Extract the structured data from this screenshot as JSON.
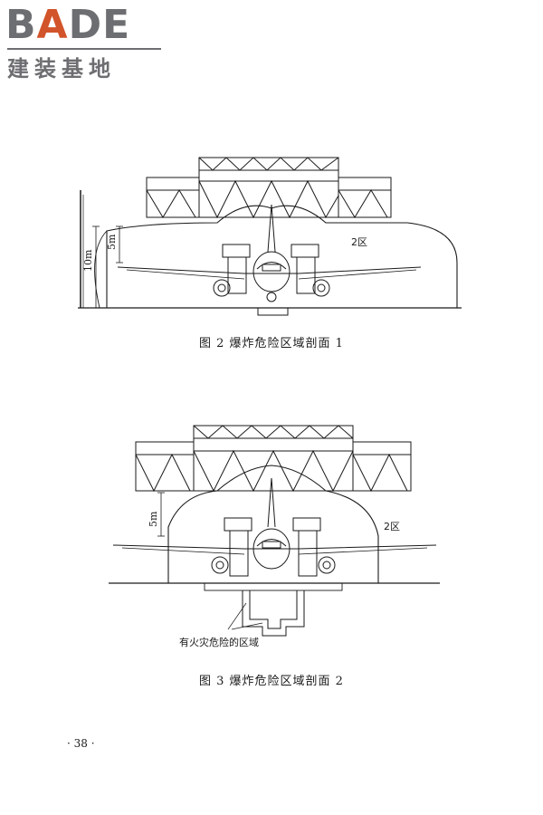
{
  "logo": {
    "brand_left": "B",
    "brand_a": "A",
    "brand_right": "DE",
    "subtitle": "建装基地"
  },
  "figure1": {
    "zone_label": "2区",
    "dim_10m": "10m",
    "dim_5m": "5m",
    "caption": "图 2   爆炸危险区域剖面 1"
  },
  "figure2": {
    "zone_label": "2区",
    "dim_5m": "5m",
    "hazard_label": "有火灾危险的区域",
    "caption": "图 3   爆炸危险区域剖面 2"
  },
  "page": {
    "number": "· 38 ·"
  }
}
